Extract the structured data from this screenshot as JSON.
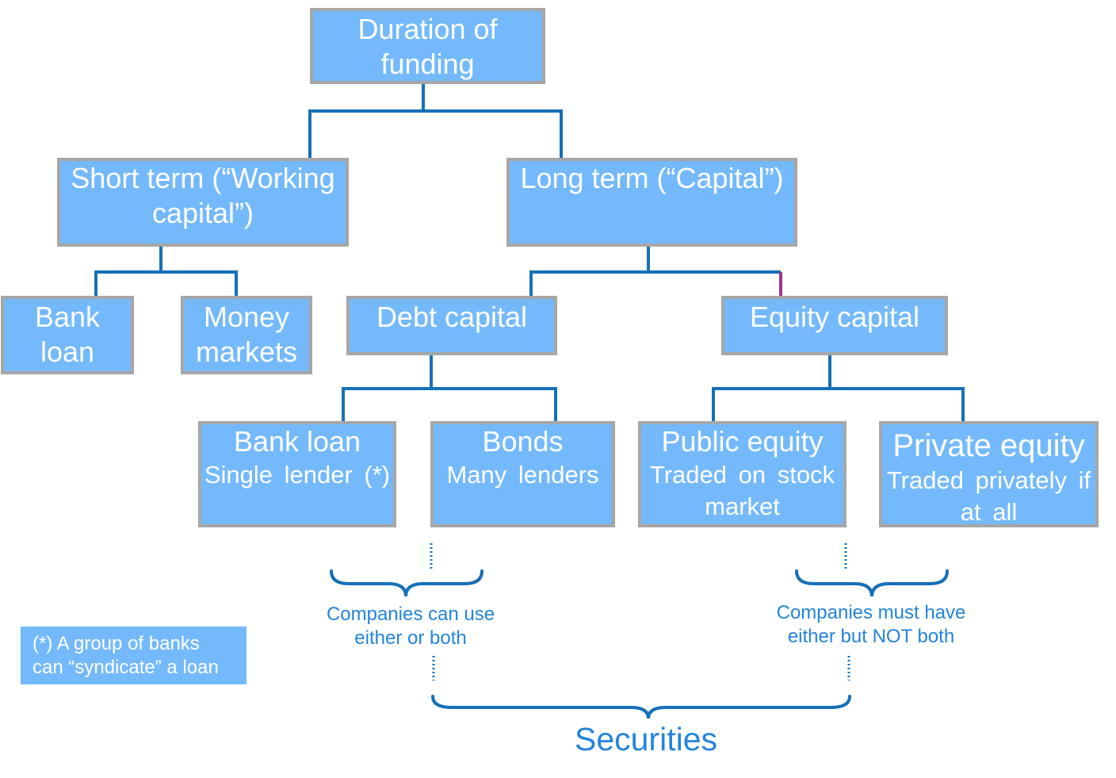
{
  "diagram": {
    "root": {
      "lines": [
        "Duration of",
        "funding"
      ]
    },
    "short_term": {
      "lines": [
        "Short term (“Working",
        "capital”)"
      ]
    },
    "long_term": {
      "lines": [
        "Long term (“Capital”)"
      ]
    },
    "bank_loan_short": {
      "lines": [
        "Bank",
        "loan"
      ]
    },
    "money_markets": {
      "lines": [
        "Money",
        "markets"
      ]
    },
    "debt_capital": {
      "lines": [
        "Debt capital"
      ]
    },
    "equity_capital": {
      "lines": [
        "Equity capital"
      ]
    },
    "bank_loan_long": {
      "title": "Bank loan",
      "lines": [
        "Single lender (*)"
      ]
    },
    "bonds": {
      "title": "Bonds",
      "lines": [
        "Many lenders"
      ]
    },
    "public_equity": {
      "title": "Public equity",
      "lines": [
        "Traded on stock",
        "market"
      ]
    },
    "private_equity": {
      "title": "Private equity",
      "lines": [
        "Traded privately if",
        "at all"
      ]
    }
  },
  "annotations": {
    "debt_note": [
      "Companies can use",
      "either or both"
    ],
    "equity_note": [
      "Companies must have",
      "either but NOT both"
    ],
    "securities_label": "Securities",
    "footnote": [
      "(*) A group of banks",
      "can “syndicate” a loan"
    ]
  },
  "colors": {
    "box_fill": "#74b9fc",
    "box_border": "#a6a6a6",
    "box_text": "#ffffff",
    "connector": "#1670b8",
    "connector_accent": "#a0358c",
    "annotation_text": "#2384dc"
  }
}
